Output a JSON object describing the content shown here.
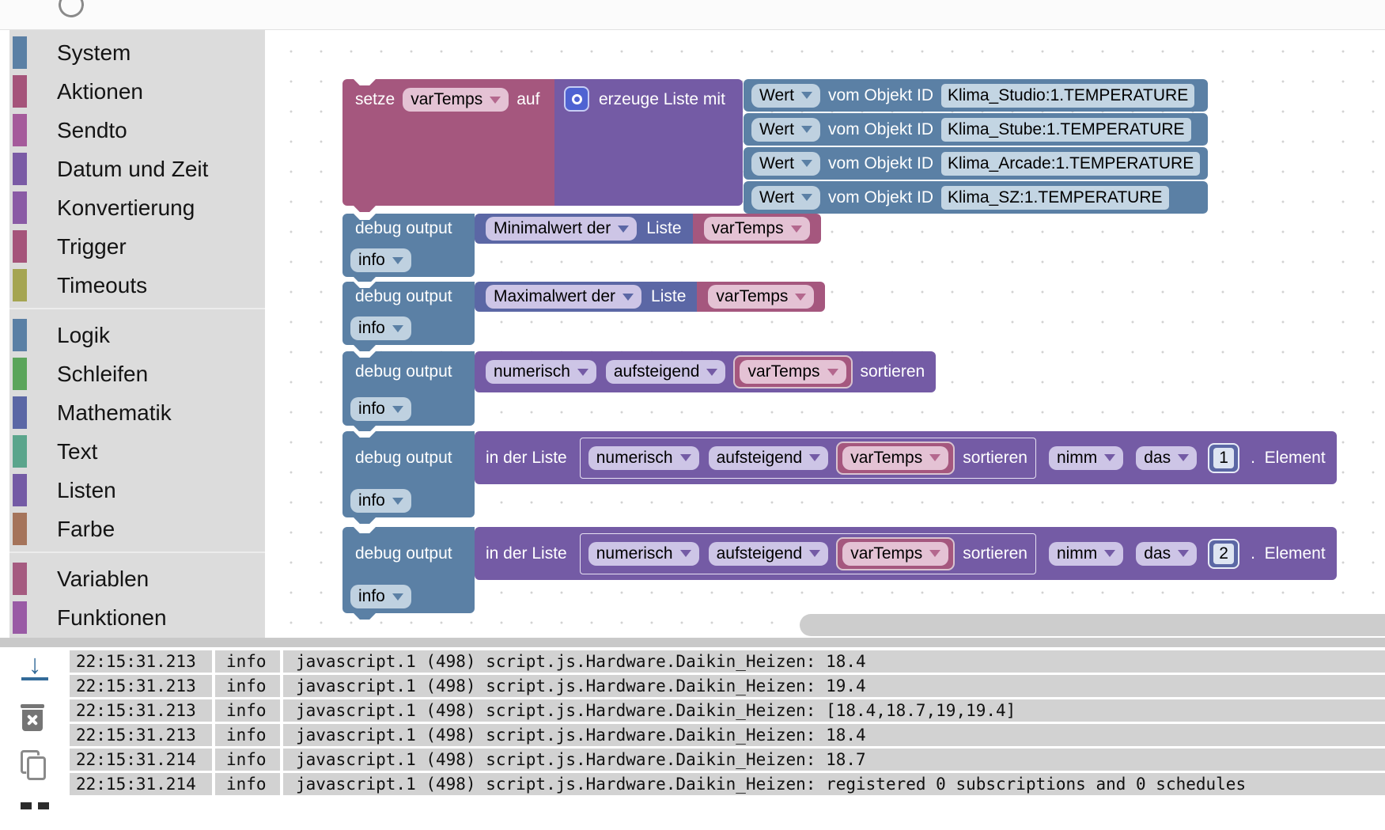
{
  "toolbox": {
    "groups": [
      {
        "items": [
          {
            "label": "System",
            "color": "#5b80a5"
          },
          {
            "label": "Aktionen",
            "color": "#a5547a"
          },
          {
            "label": "Sendto",
            "color": "#a55b9b"
          },
          {
            "label": "Datum und Zeit",
            "color": "#7a5ba5"
          },
          {
            "label": "Konvertierung",
            "color": "#8a5ba5"
          },
          {
            "label": "Trigger",
            "color": "#a5547a"
          },
          {
            "label": "Timeouts",
            "color": "#a5a552"
          }
        ]
      },
      {
        "items": [
          {
            "label": "Logik",
            "color": "#5b80a5"
          },
          {
            "label": "Schleifen",
            "color": "#5ba55b"
          },
          {
            "label": "Mathematik",
            "color": "#5b67a5"
          },
          {
            "label": "Text",
            "color": "#5ba58c"
          },
          {
            "label": "Listen",
            "color": "#745ba5"
          },
          {
            "label": "Farbe",
            "color": "#a5745b"
          }
        ]
      },
      {
        "items": [
          {
            "label": "Variablen",
            "color": "#a55b80"
          },
          {
            "label": "Funktionen",
            "color": "#995ba5"
          }
        ]
      }
    ]
  },
  "canvas": {
    "set_block": {
      "setze": "setze",
      "variable": "varTemps",
      "auf": "auf"
    },
    "list_block": {
      "label": "erzeuge Liste mit"
    },
    "wert_rows": [
      {
        "dropdown": "Wert",
        "label": "vom Objekt ID",
        "object_id": "Klima_Studio:1.TEMPERATURE"
      },
      {
        "dropdown": "Wert",
        "label": "vom Objekt ID",
        "object_id": "Klima_Stube:1.TEMPERATURE"
      },
      {
        "dropdown": "Wert",
        "label": "vom Objekt ID",
        "object_id": "Klima_Arcade:1.TEMPERATURE"
      },
      {
        "dropdown": "Wert",
        "label": "vom Objekt ID",
        "object_id": "Klima_SZ:1.TEMPERATURE"
      }
    ],
    "debug_blocks": [
      {
        "label": "debug output",
        "level": "info",
        "value": {
          "dropdown": "Minimalwert der",
          "list_label": "Liste",
          "variable": "varTemps"
        }
      },
      {
        "label": "debug output",
        "level": "info",
        "value": {
          "dropdown": "Maximalwert der",
          "list_label": "Liste",
          "variable": "varTemps"
        }
      },
      {
        "label": "debug output",
        "level": "info",
        "value": {
          "type": "numerisch",
          "direction": "aufsteigend",
          "variable": "varTemps",
          "suffix": "sortieren"
        }
      },
      {
        "label": "debug output",
        "level": "info",
        "value": {
          "prefix": "in der Liste",
          "sort": {
            "type": "numerisch",
            "direction": "aufsteigend",
            "variable": "varTemps",
            "suffix": "sortieren"
          },
          "take": "nimm",
          "das": "das",
          "index": "1",
          "suffix": ".  Element"
        }
      },
      {
        "label": "debug output",
        "level": "info",
        "value": {
          "prefix": "in der Liste",
          "sort": {
            "type": "numerisch",
            "direction": "aufsteigend",
            "variable": "varTemps",
            "suffix": "sortieren"
          },
          "take": "nimm",
          "das": "das",
          "index": "2",
          "suffix": ".  Element"
        }
      }
    ]
  },
  "log": {
    "rows": [
      {
        "time": "22:15:31.213",
        "level": "info",
        "message": "javascript.1 (498) script.js.Hardware.Daikin_Heizen: 18.4"
      },
      {
        "time": "22:15:31.213",
        "level": "info",
        "message": "javascript.1 (498) script.js.Hardware.Daikin_Heizen: 19.4"
      },
      {
        "time": "22:15:31.213",
        "level": "info",
        "message": "javascript.1 (498) script.js.Hardware.Daikin_Heizen: [18.4,18.7,19,19.4]"
      },
      {
        "time": "22:15:31.213",
        "level": "info",
        "message": "javascript.1 (498) script.js.Hardware.Daikin_Heizen: 18.4"
      },
      {
        "time": "22:15:31.214",
        "level": "info",
        "message": "javascript.1 (498) script.js.Hardware.Daikin_Heizen: 18.7"
      },
      {
        "time": "22:15:31.214",
        "level": "info",
        "message": "javascript.1 (498) script.js.Hardware.Daikin_Heizen: registered 0 subscriptions and 0 schedules"
      }
    ]
  },
  "colors": {
    "block_steel": "#5b80a5",
    "block_pink": "#a5577e",
    "block_purple": "#745ba5",
    "block_indigo": "#5b67a5",
    "toolbox_bg": "#dcdcdc",
    "log_row_bg": "#d2d2d2",
    "gear_accent": "#4f63d2",
    "download_icon": "#336b99"
  }
}
